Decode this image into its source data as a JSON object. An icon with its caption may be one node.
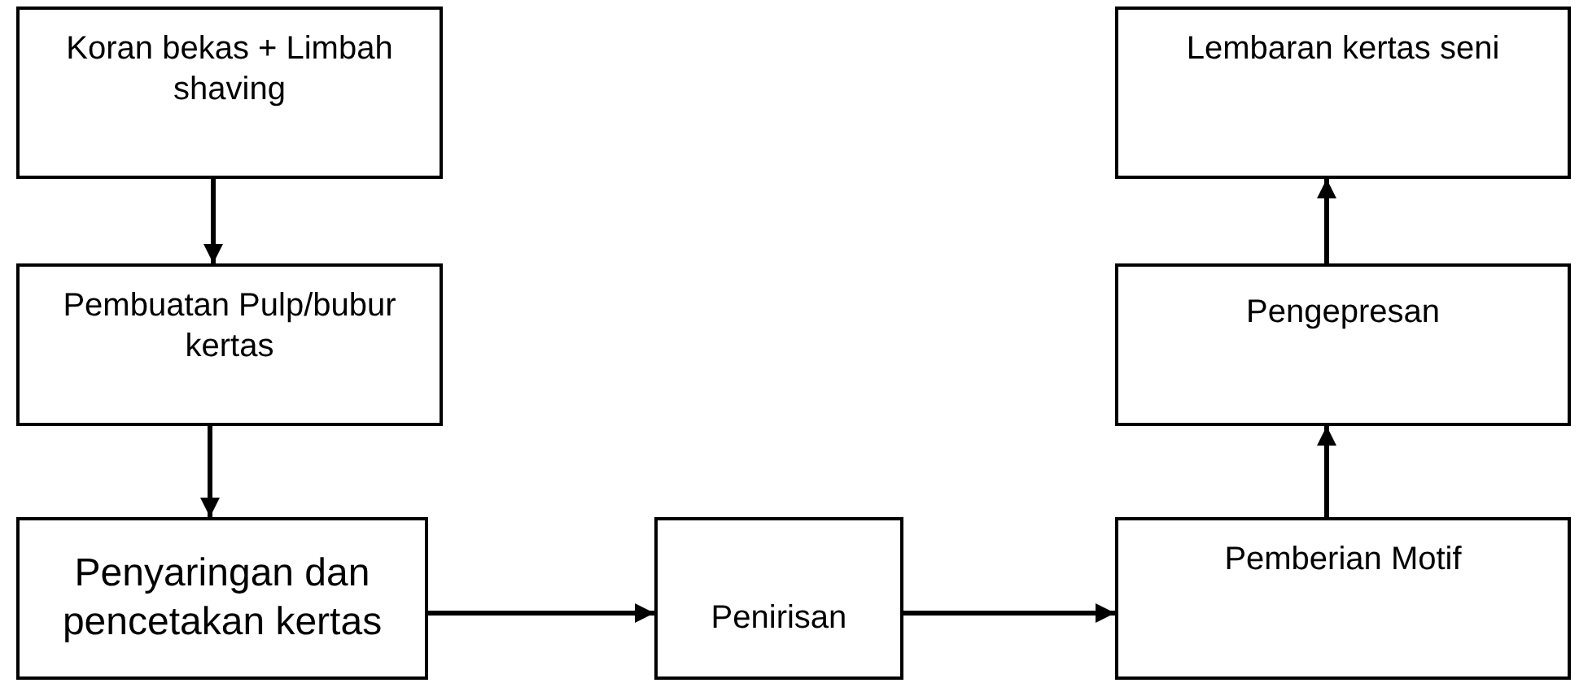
{
  "diagram": {
    "nodes": [
      {
        "text": [
          "Koran bekas + Limbah shaving"
        ]
      },
      {
        "text": [
          "Pembuatan Pulp/bubur kertas"
        ]
      },
      {
        "text": [
          "Penyaringan dan pencetakan kertas"
        ]
      },
      {
        "text": [
          "Penirisan"
        ]
      },
      {
        "text": [
          "Pemberian Motif"
        ]
      },
      {
        "text": [
          "Pengepresan"
        ]
      },
      {
        "text": [
          "Lembaran kertas seni"
        ]
      }
    ],
    "edges": [
      {
        "from": 0,
        "to": 1,
        "arrow": "to"
      },
      {
        "from": 1,
        "to": 2,
        "arrow": "to"
      },
      {
        "from": 2,
        "to": 3,
        "arrow": "to"
      },
      {
        "from": 3,
        "to": 4,
        "arrow": "to"
      },
      {
        "from": 4,
        "to": 5,
        "arrow": "to"
      },
      {
        "from": 5,
        "to": 6,
        "arrow": "to"
      }
    ]
  }
}
